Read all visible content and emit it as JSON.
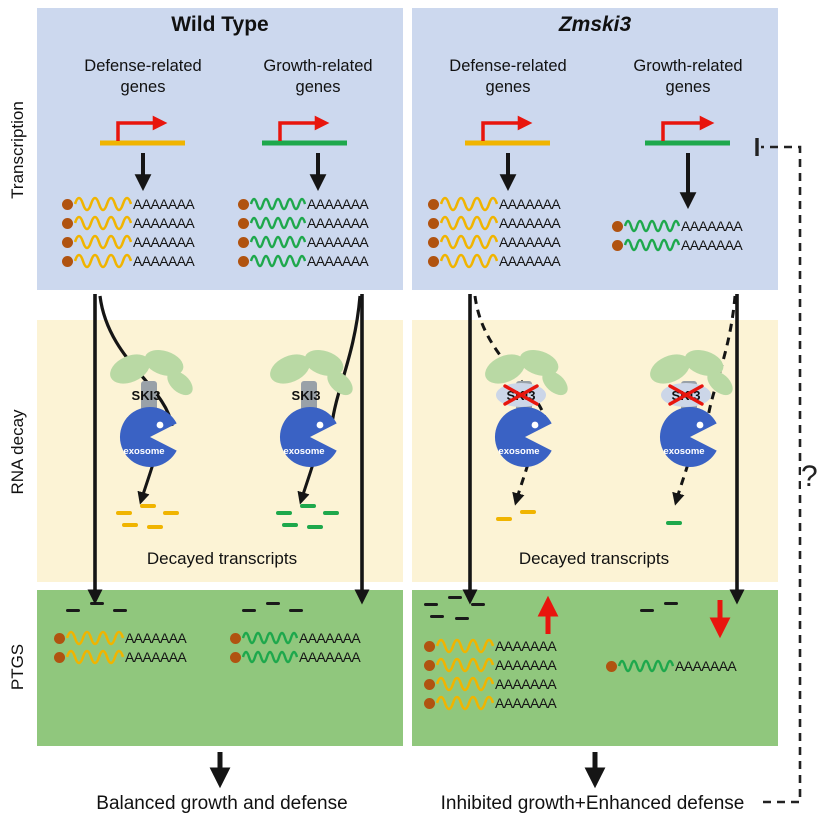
{
  "row_labels": [
    "Transcription",
    "RNA decay",
    "PTGS"
  ],
  "columns": {
    "wt": {
      "title": "Wild Type",
      "defense_label": "Defense-related genes",
      "growth_label": "Growth-related genes",
      "outcome": "Balanced growth and defense"
    },
    "mutant": {
      "title": "Zmski3",
      "defense_label": "Defense-related genes",
      "growth_label": "Growth-related genes",
      "outcome": "Inhibited growth+Enhanced defense"
    }
  },
  "labels": {
    "ski3": "SKI3",
    "exosome": "exosome",
    "poly_a": "AAAAAAA",
    "decayed": "Decayed transcripts",
    "question_mark": "?"
  },
  "mrna_stacks": {
    "wt_tx_defense": {
      "count": 4,
      "color": "yellow"
    },
    "wt_tx_growth": {
      "count": 4,
      "color": "green"
    },
    "mu_tx_defense": {
      "count": 4,
      "color": "yellow"
    },
    "mu_tx_growth": {
      "count": 2,
      "color": "green"
    },
    "wt_ptgs_defense": {
      "count": 2,
      "color": "yellow"
    },
    "wt_ptgs_growth": {
      "count": 2,
      "color": "green"
    },
    "mu_ptgs_defense": {
      "count": 4,
      "color": "yellow"
    },
    "mu_ptgs_growth": {
      "count": 1,
      "color": "green"
    }
  },
  "dash_clusters": {
    "wt_decay_yellow": {
      "count": 5,
      "color": "yellow"
    },
    "wt_decay_green": {
      "count": 5,
      "color": "green"
    },
    "mu_decay_yellow": {
      "count": 2,
      "color": "yellow"
    },
    "mu_decay_green": {
      "count": 1,
      "color": "green"
    },
    "wt_ptgs_defense_sirna": {
      "count": 3,
      "color": "black"
    },
    "wt_ptgs_growth_sirna": {
      "count": 3,
      "color": "black"
    },
    "mu_ptgs_defense_sirna": {
      "count": 5,
      "color": "black"
    },
    "mu_ptgs_growth_sirna": {
      "count": 2,
      "color": "black"
    }
  },
  "exosomes": {
    "wt_defense": {
      "crossed": false
    },
    "wt_growth": {
      "crossed": false
    },
    "mu_defense": {
      "crossed": true
    },
    "mu_growth": {
      "crossed": true
    }
  },
  "colors": {
    "panel_transcription": "#ccd8ee",
    "panel_decay": "#fcf3d5",
    "panel_ptgs": "#90c77d",
    "defense_rna": "#f0b400",
    "growth_rna": "#1ea84c",
    "cap": "#b05310",
    "exosome_body": "#3a62c4",
    "leaf": "#b9d9a4",
    "stalk": "#99a1a8",
    "accent_red": "#e8150d"
  }
}
